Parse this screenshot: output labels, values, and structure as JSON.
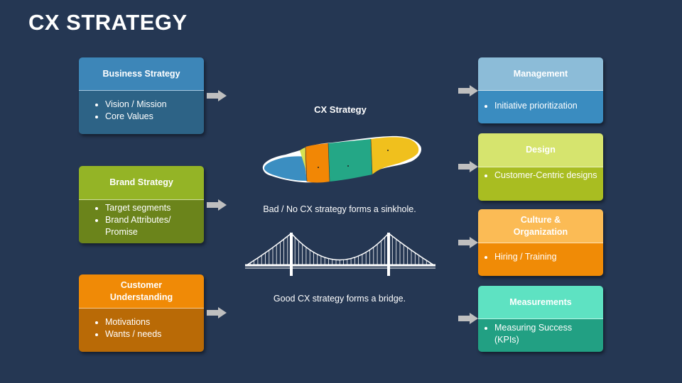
{
  "title": "CX STRATEGY",
  "left_cards": [
    {
      "heading": "Business Strategy",
      "items": [
        "Vision / Mission",
        "Core Values"
      ]
    },
    {
      "heading": "Brand Strategy",
      "items": [
        "Target segments",
        "Brand Attributes/ Promise"
      ]
    },
    {
      "heading": "Customer Understanding",
      "items": [
        "Motivations",
        "Wants / needs"
      ]
    }
  ],
  "right_cards": [
    {
      "heading": "Management",
      "items": [
        "Initiative prioritization"
      ]
    },
    {
      "heading": "Design",
      "items": [
        "Customer-Centric designs"
      ]
    },
    {
      "heading": "Culture & Organization",
      "items": [
        "Hiring / Training"
      ]
    },
    {
      "heading": "Measurements",
      "items": [
        "Measuring Success (KPIs)"
      ]
    }
  ],
  "center": {
    "heading": "CX Strategy",
    "sinkhole_caption": "Bad / No CX strategy forms a sinkhole.",
    "bridge_caption": "Good CX strategy forms a bridge."
  },
  "colors": {
    "background": "#253753",
    "business_head": "#3d86b8",
    "business_body": "#2d6386",
    "brand_head": "#94b426",
    "brand_body": "#6b841b",
    "customer_head": "#f08a06",
    "customer_body": "#b96a06",
    "management_head": "#8cbcd8",
    "management_body": "#3a8cc0",
    "design_head": "#d6e46e",
    "design_body": "#a9bd21",
    "culture_head": "#fbbb55",
    "culture_body": "#f08b06",
    "measurements_head": "#5ee2c2",
    "measurements_body": "#22a083",
    "arrow": "#bfbfbf"
  }
}
